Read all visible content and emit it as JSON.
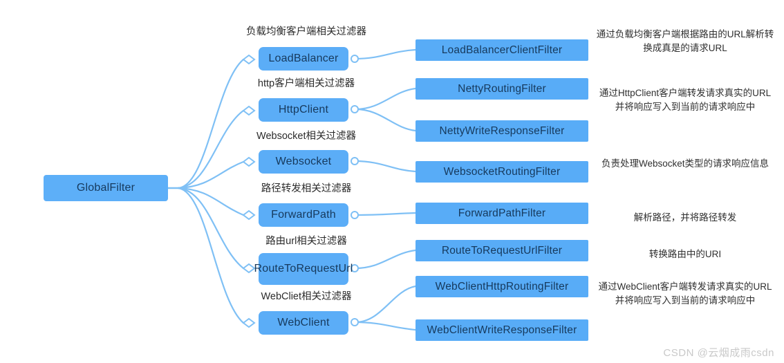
{
  "diagram": {
    "title": "GlobalFilter",
    "root": {
      "label": "GlobalFilter"
    },
    "colors": {
      "node_fill": "#5BADF7",
      "wire": "#7FC0F5",
      "text_dark": "#16395c",
      "label_text": "#2b2b2b",
      "watermark": "#c9c9c9"
    },
    "branches": [
      {
        "category": "负载均衡客户端相关过滤器",
        "node": "LoadBalancer",
        "filters": [
          "LoadBalancerClientFilter"
        ],
        "note": "通过负载均衡客户端根据路由的URL解析转换成真是的请求URL"
      },
      {
        "category": "http客户端相关过滤器",
        "node": "HttpClient",
        "filters": [
          "NettyRoutingFilter",
          "NettyWriteResponseFilter"
        ],
        "note": "通过HttpClient客户端转发请求真实的URL并将响应写入到当前的请求响应中"
      },
      {
        "category": "Websocket相关过滤器",
        "node": "Websocket",
        "filters": [
          "WebsocketRoutingFilter"
        ],
        "note": "负责处理Websocket类型的请求响应信息"
      },
      {
        "category": "路径转发相关过滤器",
        "node": "ForwardPath",
        "filters": [
          "ForwardPathFilter"
        ],
        "note": "解析路径，并将路径转发"
      },
      {
        "category": "路由url相关过滤器",
        "node": "RouteToRequestUrl",
        "filters": [
          "RouteToRequestUrlFilter"
        ],
        "note": "转换路由中的URI"
      },
      {
        "category": "WebCliet相关过滤器",
        "node": "WebClient",
        "filters": [
          "WebClientHttpRoutingFilter",
          "WebClientWriteResponseFilter"
        ],
        "note": "通过WebClient客户端转发请求真实的URL并将响应写入到当前的请求响应中"
      }
    ]
  },
  "watermark": {
    "text": "CSDN @云烟成雨csdn"
  }
}
